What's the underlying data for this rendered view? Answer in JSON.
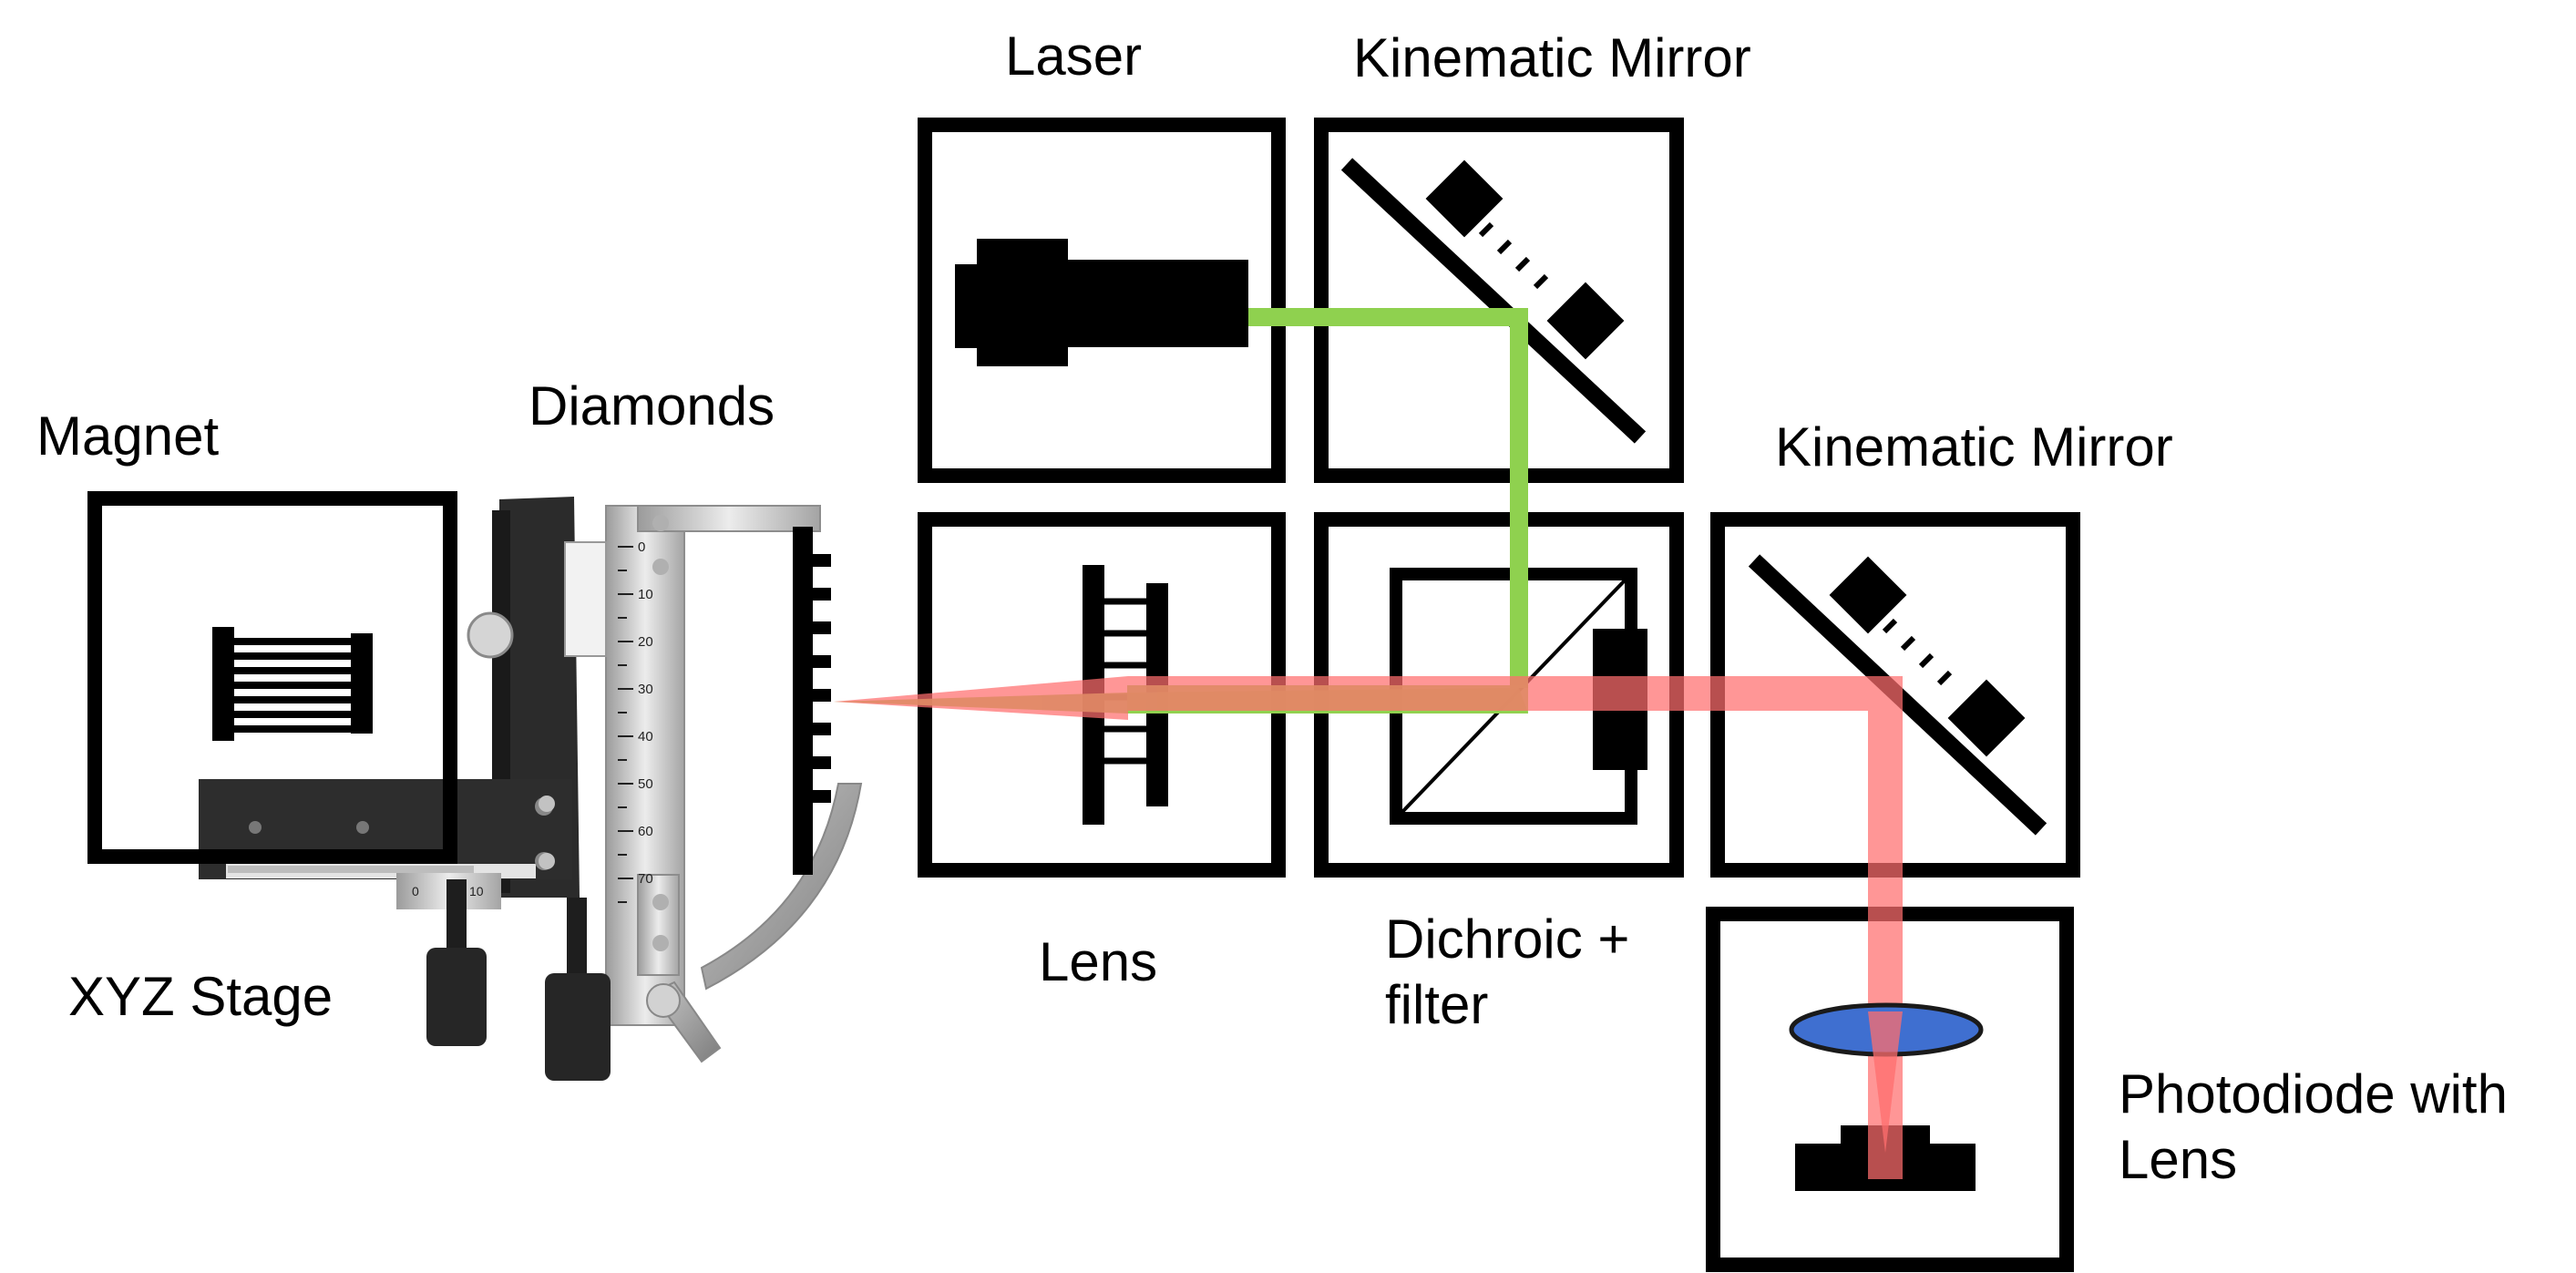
{
  "labels": {
    "laser": "Laser",
    "mirror_top": "Kinematic Mirror",
    "mirror_right": "Kinematic Mirror",
    "diamonds": "Diamonds",
    "magnet": "Magnet",
    "lens": "Lens",
    "dichroic_line1": "Dichroic +",
    "dichroic_line2": "filter",
    "xyz_stage": "XYZ Stage",
    "photodiode_line1": "Photodiode with",
    "photodiode_line2": "Lens"
  },
  "stage_scale": {
    "vertical_ticks": [
      "0",
      "10",
      "20",
      "30",
      "40",
      "50",
      "60",
      "70"
    ],
    "horizontal_ticks": [
      "0",
      "10"
    ]
  },
  "colors": {
    "green_beam": "#8fd14f",
    "red_beam": "#ff7a7a",
    "photodiode_lens": "#3f6fd0",
    "outline": "#000000"
  }
}
